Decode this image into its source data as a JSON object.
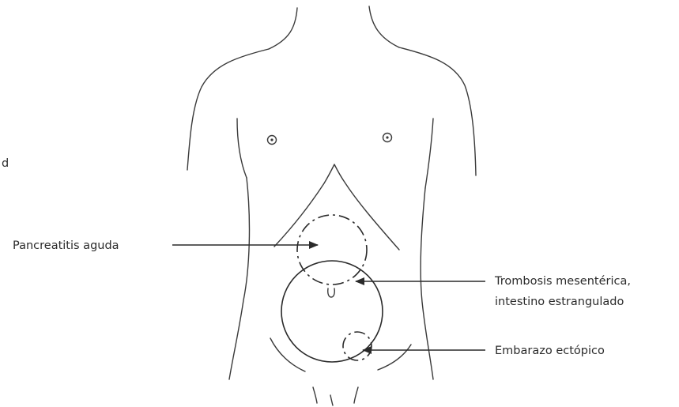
{
  "labels": {
    "pancreatitis": "Pancreatitis aguda",
    "trombosis_line1": "Trombosis mesentérica,",
    "trombosis_line2": "intestino estrangulado",
    "embarazo": "Embarazo ectópico",
    "edge_fragment": "d"
  }
}
